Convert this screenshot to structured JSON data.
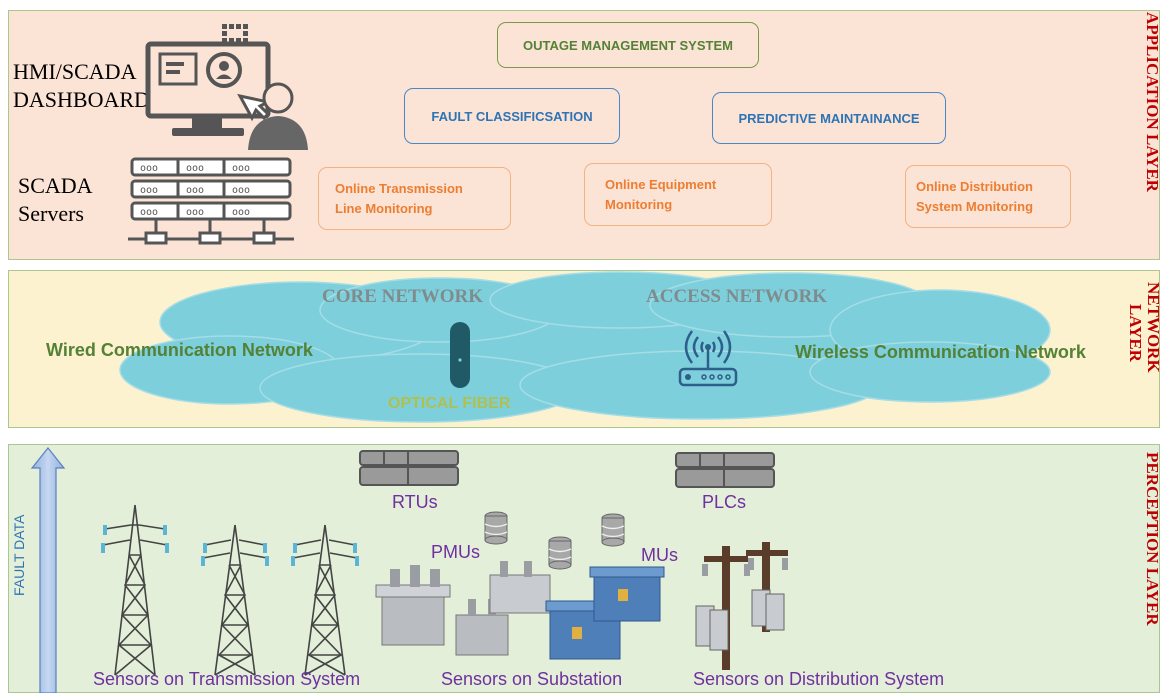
{
  "application_layer": {
    "label": "APPLICATION LAYER",
    "hmi_label_line1": "HMI/SCADA",
    "hmi_label_line2": "DASHBOARD",
    "servers_label_line1": "SCADA",
    "servers_label_line2": "Servers",
    "outage_management": "OUTAGE MANAGEMENT SYSTEM",
    "fault_classification": "FAULT CLASSIFICSATION",
    "predictive_maintenance": "PREDICTIVE MAINTAINANCE",
    "online_transmission_line1": "Online Transmission",
    "online_transmission_line2": "Line Monitoring",
    "online_equipment_line1": "Online Equipment",
    "online_equipment_line2": "Monitoring",
    "online_distribution_line1": "Online Distribution",
    "online_distribution_line2": "System Monitoring"
  },
  "network_layer": {
    "label_line1": "NETWORK",
    "label_line2": "LAYER",
    "core_network": "CORE NETWORK",
    "access_network": "ACCESS NETWORK",
    "wired": "Wired Communication Network",
    "wireless": "Wireless Communication Network",
    "optical_fiber": "OPTICAL FIBER"
  },
  "perception_layer": {
    "label": "PERCEPTION LAYER",
    "fault_data": "FAULT DATA",
    "rtus": "RTUs",
    "plcs": "PLCs",
    "pmus": "PMUs",
    "mus": "MUs",
    "sensors_transmission": "Sensors on Transmission System",
    "sensors_substation": "Sensors on Substation",
    "sensors_distribution": "Sensors on Distribution System"
  },
  "colors": {
    "app_bg": "#fbe4d6",
    "net_bg": "#fdf2cf",
    "perception_bg": "#e3efd9",
    "layer_label": "#c00000",
    "cloud": "#7ecfdc",
    "purple_text": "#7030a0"
  }
}
